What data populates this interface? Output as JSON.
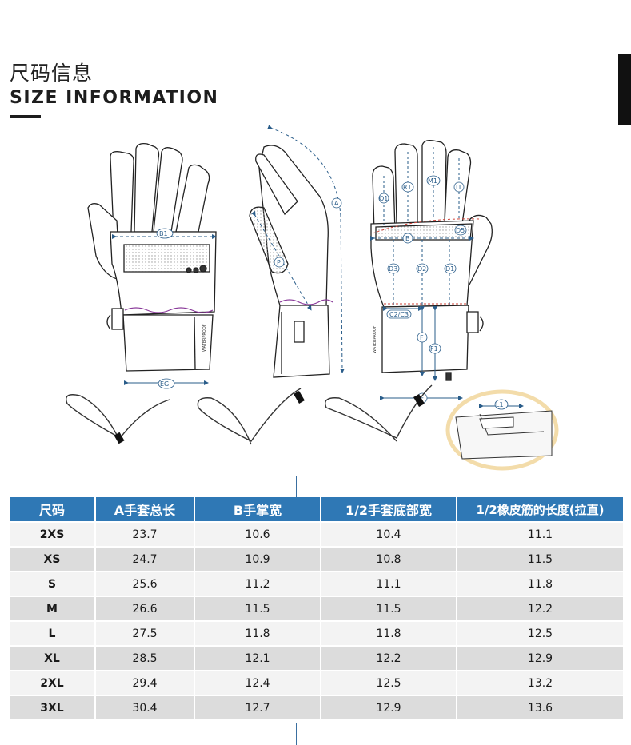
{
  "heading": {
    "title_cn": "尺码信息",
    "title_en": "SIZE INFORMATION"
  },
  "diagram": {
    "labels": {
      "a": "A",
      "b": "B",
      "b1": "B1",
      "eg": "EG",
      "p": "P",
      "o1": "O1",
      "r1": "R1",
      "m1": "M1",
      "i1": "I1",
      "d3": "D3",
      "d2": "D2",
      "d1": "D1",
      "d5": "D5",
      "c2c3": "C2/C3",
      "f": "F",
      "f1": "F1",
      "e": "E",
      "l1": "L1"
    },
    "cuff_text": "WATERPROOF"
  },
  "table": {
    "headers": [
      "尺码",
      "A手套总长",
      "B手掌宽",
      "1/2手套底部宽",
      "1/2橡皮筋的长度(拉直)"
    ],
    "rows": [
      [
        "2XS",
        "23.7",
        "10.6",
        "10.4",
        "11.1"
      ],
      [
        "XS",
        "24.7",
        "10.9",
        "10.8",
        "11.5"
      ],
      [
        "S",
        "25.6",
        "11.2",
        "11.1",
        "11.8"
      ],
      [
        "M",
        "26.6",
        "11.5",
        "11.5",
        "12.2"
      ],
      [
        "L",
        "27.5",
        "11.8",
        "11.8",
        "12.5"
      ],
      [
        "XL",
        "28.5",
        "12.1",
        "12.2",
        "12.9"
      ],
      [
        "2XL",
        "29.4",
        "12.4",
        "12.5",
        "13.2"
      ],
      [
        "3XL",
        "30.4",
        "12.7",
        "12.9",
        "13.6"
      ]
    ]
  },
  "colors": {
    "header_bg": "#2f78b5",
    "row_light": "#f3f3f3",
    "row_dark": "#dcdcdc",
    "dimension_line": "#2a5d8a",
    "stitch_accent": "#8a3a9a",
    "measure_red": "#d0443a"
  }
}
